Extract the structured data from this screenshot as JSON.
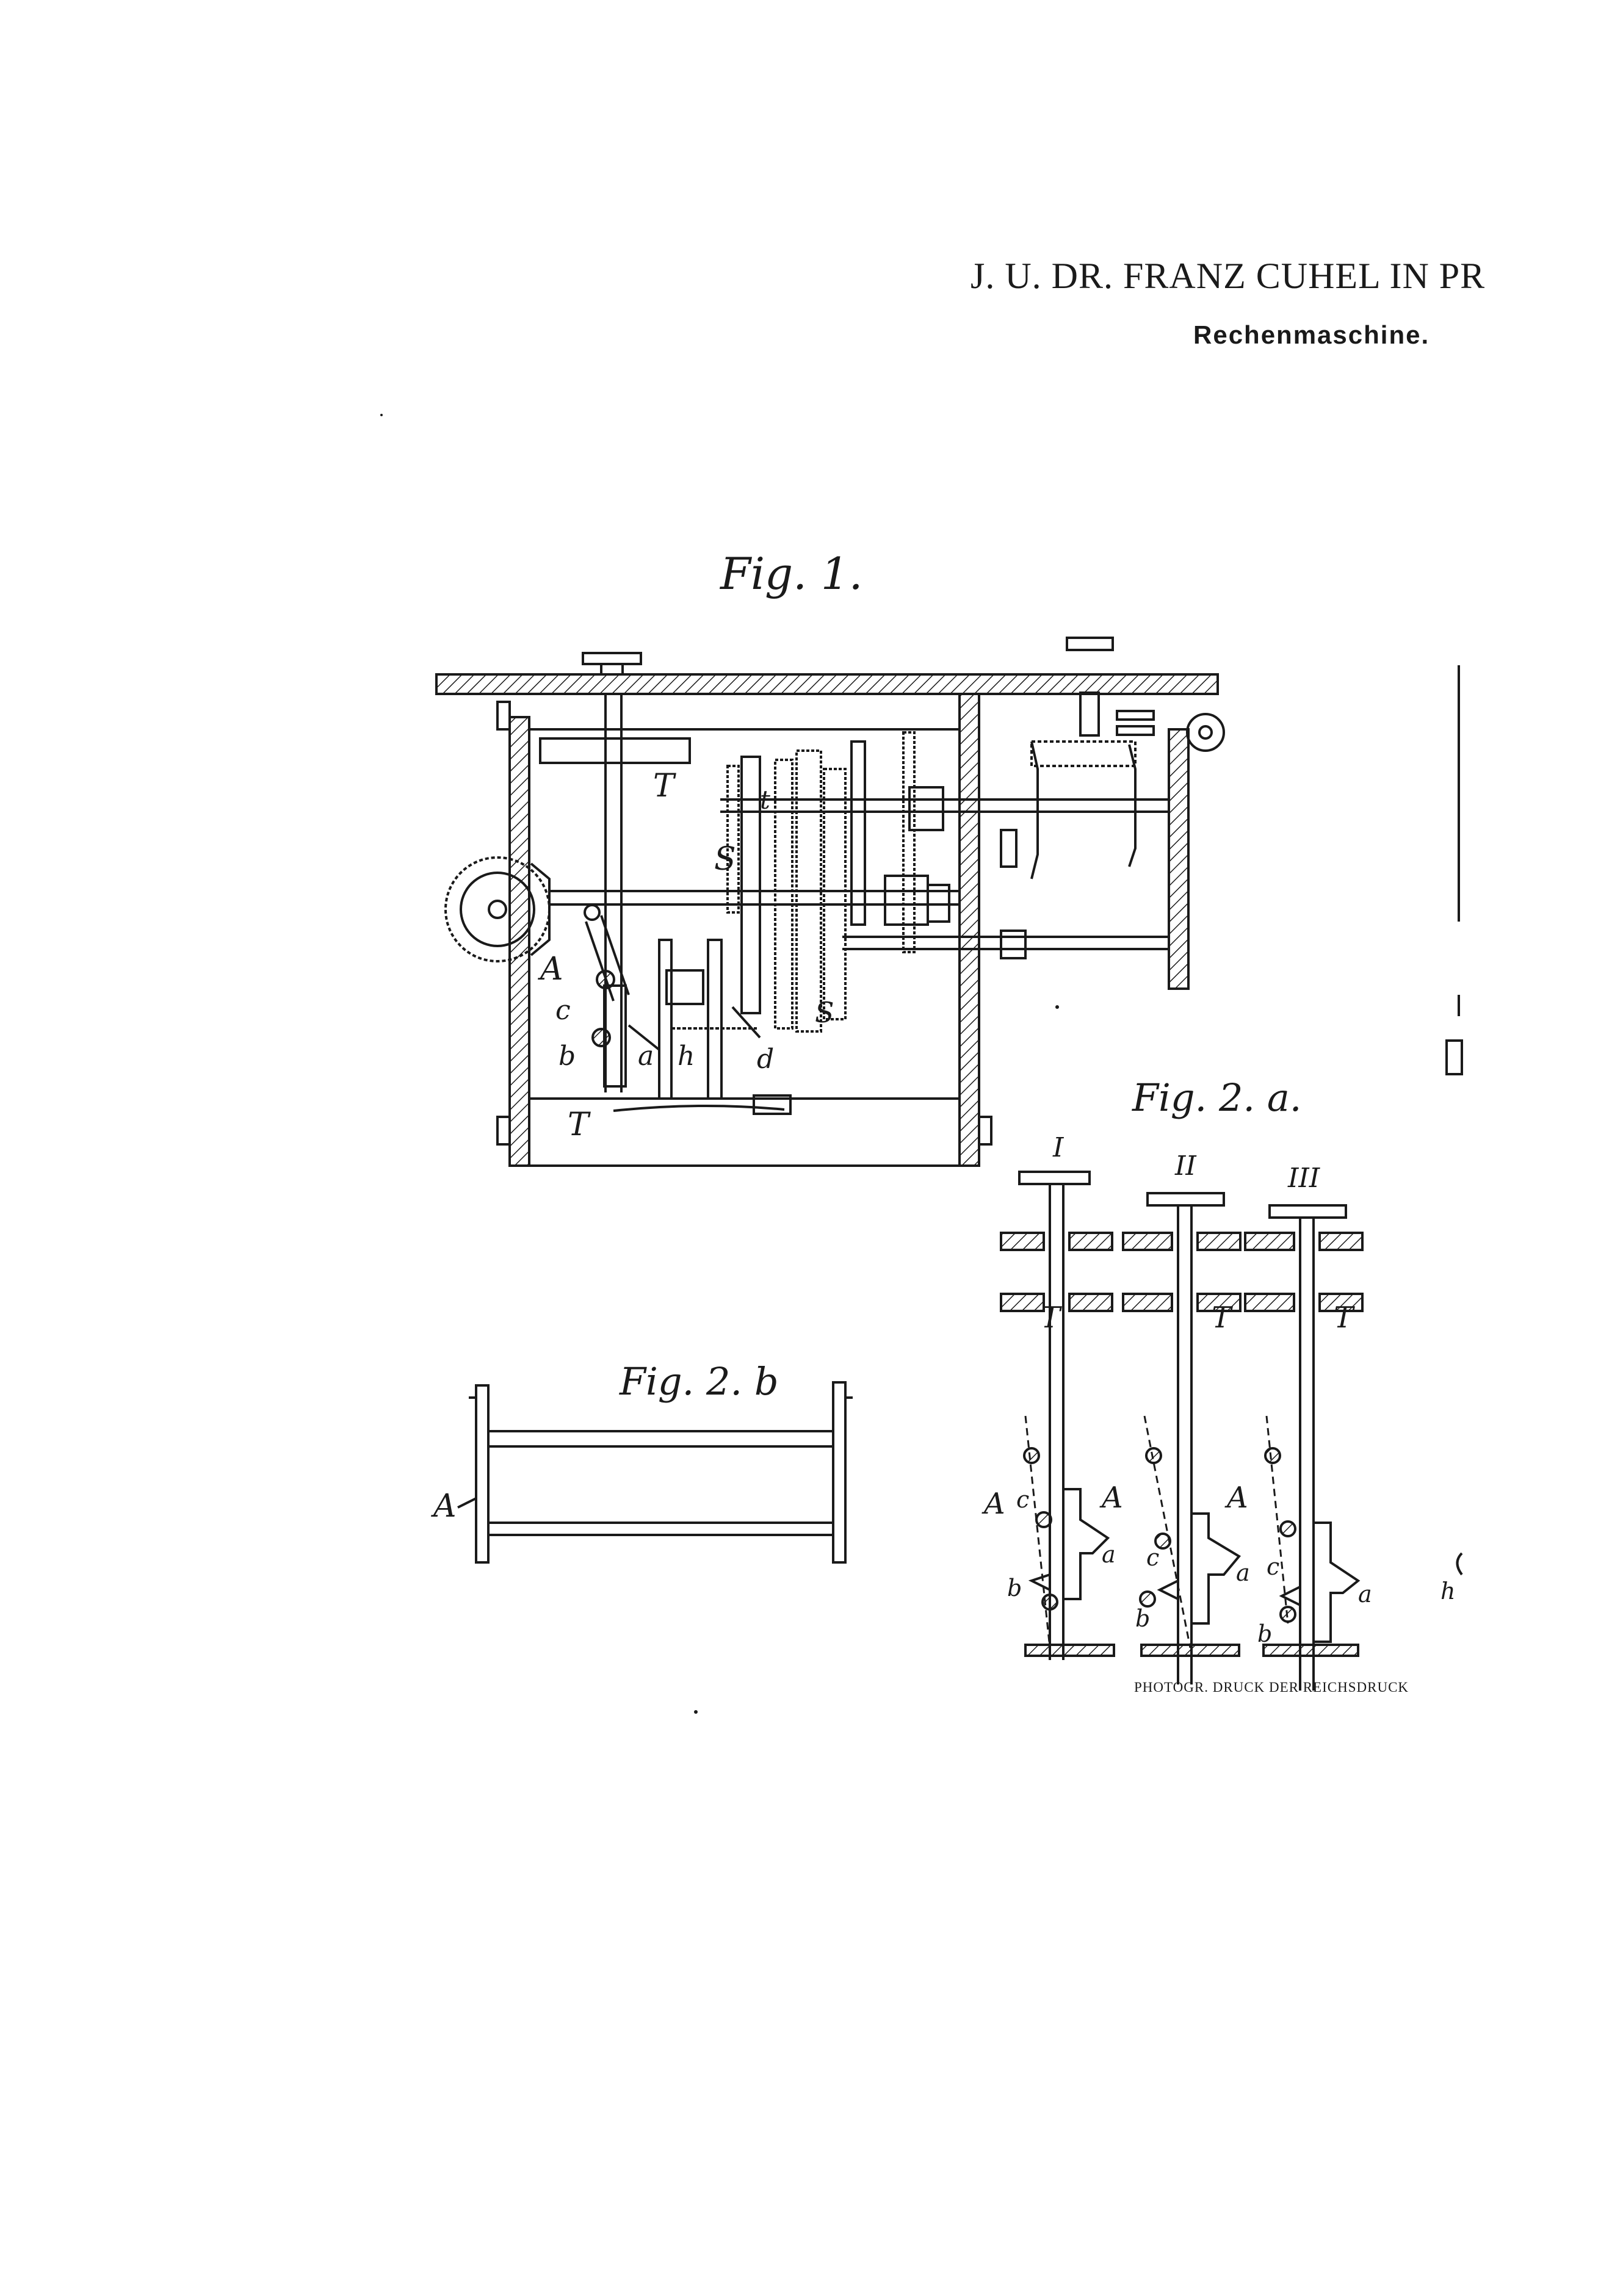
{
  "header": {
    "inventor": "J. U. DR. FRANZ CUHEL IN PR",
    "title": "Rechenmaschine."
  },
  "figures": {
    "fig1": {
      "caption": "Fig. 1.",
      "labels": {
        "T_top": "T",
        "S": "S",
        "t": "t",
        "A": "A",
        "c": "c",
        "b": "b",
        "a": "a",
        "h": "h",
        "d1": "d",
        "S1": "S",
        "T_bottom": "T"
      }
    },
    "fig2a": {
      "caption": "Fig. 2. a.",
      "columns": [
        "I",
        "II",
        "III"
      ],
      "labels": {
        "T": "T",
        "A": "A",
        "a": "a",
        "b": "b",
        "c": "c",
        "h": "h"
      }
    },
    "fig2b": {
      "caption": "Fig. 2. b",
      "labels": {
        "A": "A"
      }
    }
  },
  "footer": {
    "printer": "PHOTOGR. DRUCK DER REICHSDRUCK"
  }
}
